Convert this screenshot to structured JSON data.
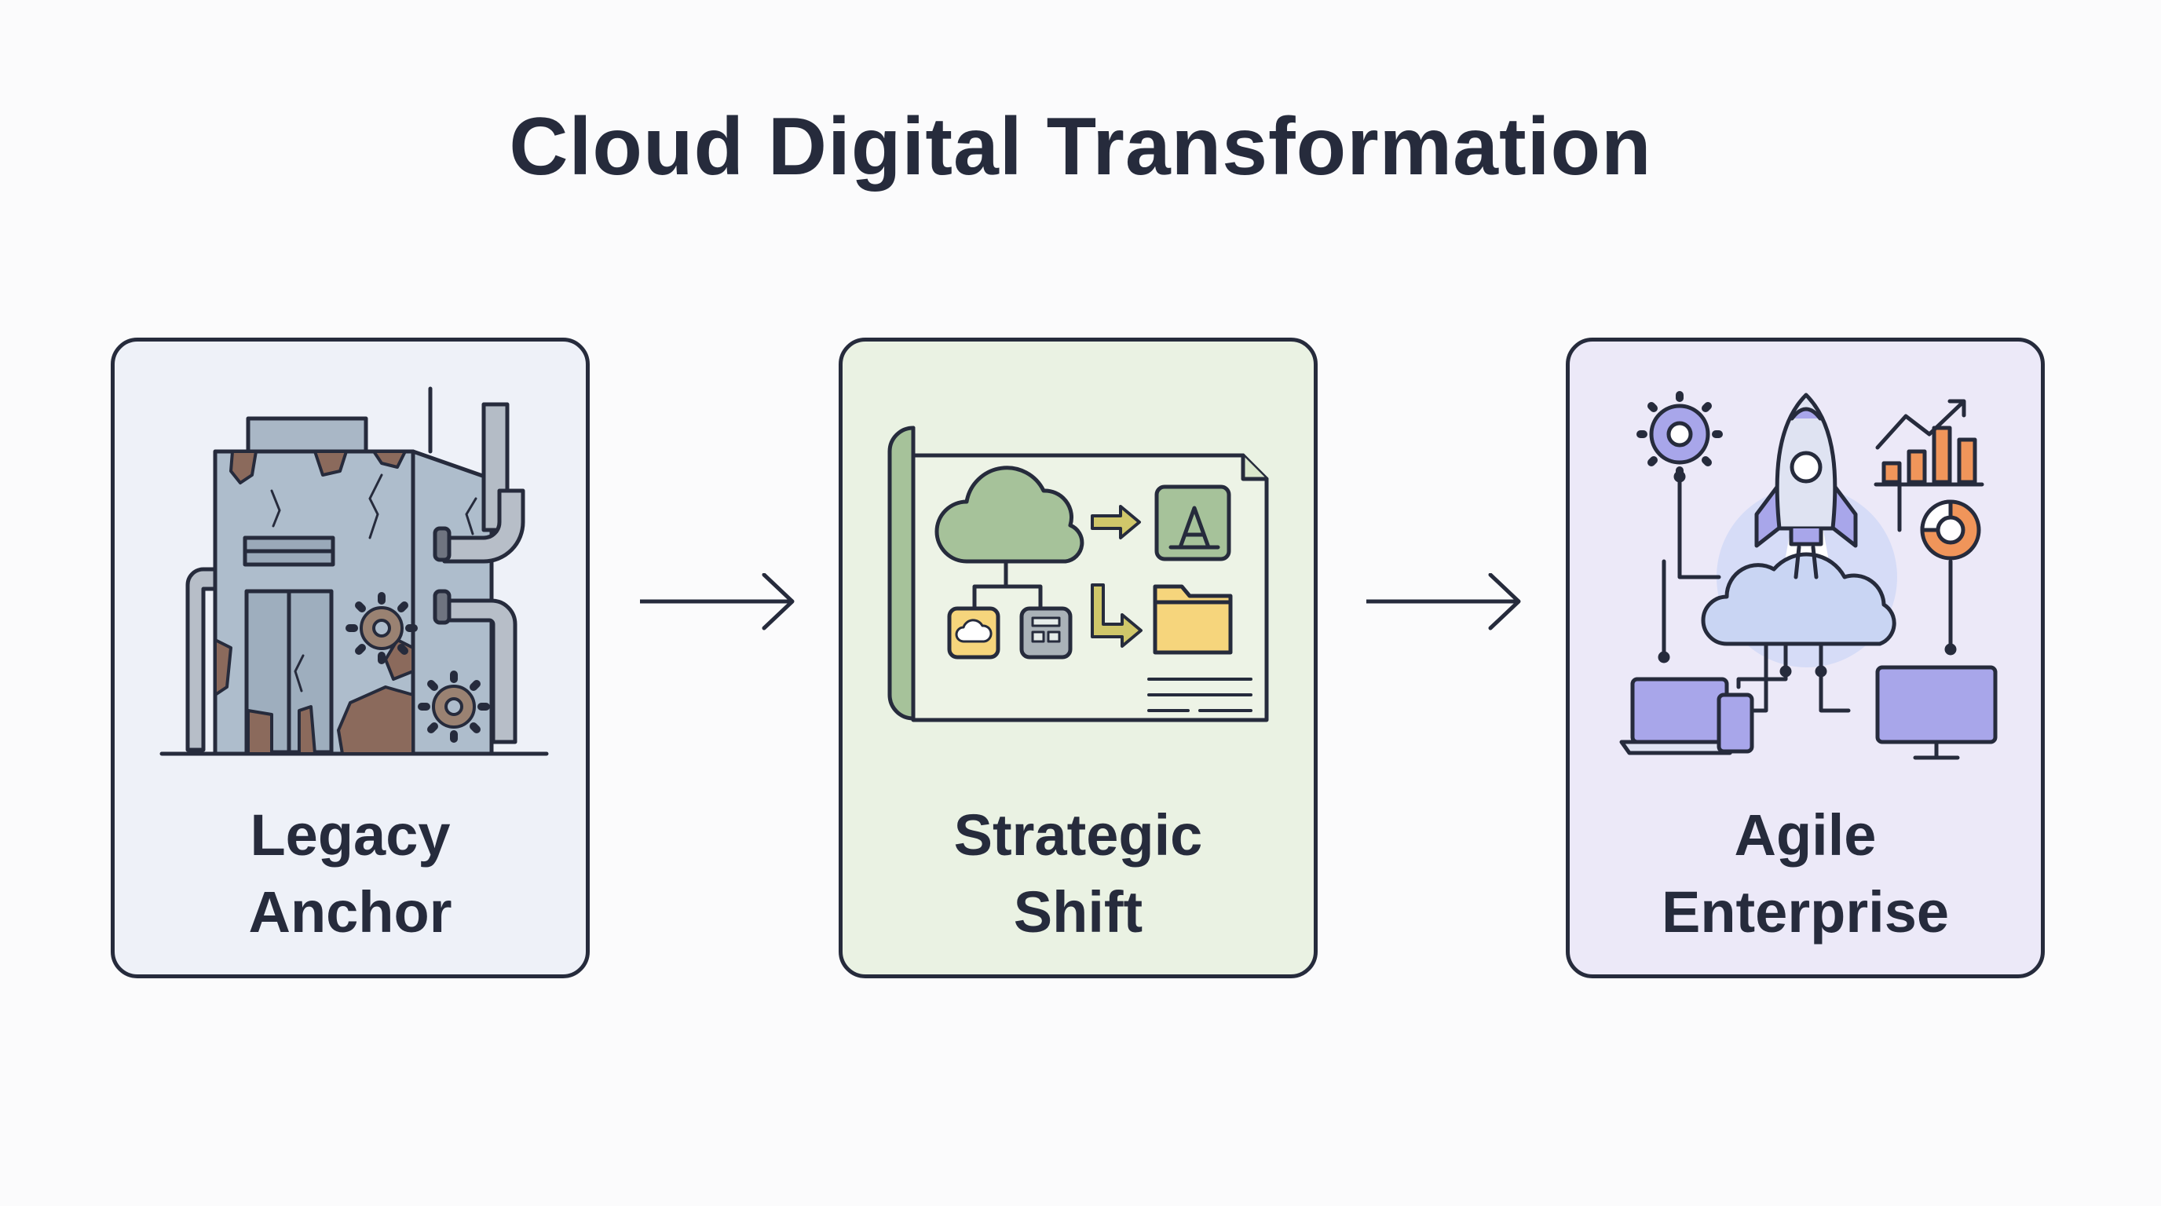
{
  "title": "Cloud Digital Transformation",
  "stages": [
    {
      "line1": "Legacy",
      "line2": "Anchor",
      "icon": "rusty-legacy-machine-icon"
    },
    {
      "line1": "Strategic",
      "line2": "Shift",
      "icon": "migration-blueprint-icon"
    },
    {
      "line1": "Agile",
      "line2": "Enterprise",
      "icon": "rocket-cloud-network-icon"
    }
  ],
  "flow": [
    "arrow-right-icon",
    "arrow-right-icon"
  ],
  "colors": {
    "ink": "#262b3c",
    "card_legacy_bg": "#eef1f8",
    "card_strategic_bg": "#eaf2e3",
    "card_agile_bg": "#ece9f8",
    "rust": "#8b6a5c",
    "steel": "#a8b8c8",
    "green": "#a6c29a",
    "yellow": "#f6d57c",
    "purple": "#a8a6ea",
    "orange": "#f0955a"
  }
}
